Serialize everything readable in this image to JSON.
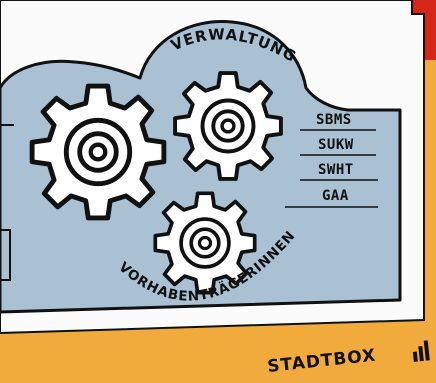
{
  "brand": {
    "name": "STADTBOX"
  },
  "diagram": {
    "cloud_label": "VERWALTUNG",
    "lower_label": "VORHABENTRÄGERINNEN",
    "abbreviations": [
      "SBMS",
      "SUKW",
      "SWHT",
      "GAA"
    ]
  },
  "colors": {
    "cloud": "#a9c1d3",
    "panel": "#f1ab3d",
    "accent_red": "#d6261a",
    "ink": "#111111",
    "gear_fill": "#ffffff"
  },
  "icons": {
    "gears": [
      "gear-icon",
      "gear-icon",
      "gear-icon"
    ],
    "brand_mark": "bars-icon"
  }
}
